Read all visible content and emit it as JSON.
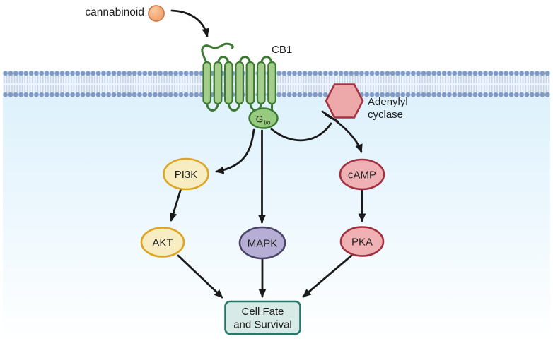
{
  "diagram": {
    "title_context": "CB1 cannabinoid receptor signaling pathway",
    "ligand": {
      "label": "cannabinoid"
    },
    "receptor": {
      "label": "CB1"
    },
    "g_protein": {
      "label_main": "G",
      "label_sub": "i/o"
    },
    "enzyme": {
      "line1": "Adenylyl",
      "line2": "cyclase"
    },
    "nodes": {
      "pi3k": {
        "label": "PI3K"
      },
      "akt": {
        "label": "AKT"
      },
      "mapk": {
        "label": "MAPK"
      },
      "camp": {
        "label": "cAMP"
      },
      "pka": {
        "label": "PKA"
      }
    },
    "outcome": {
      "line1": "Cell Fate",
      "line2": "and Survival"
    },
    "edges": [
      "cannabinoid -> CB1 (activation)",
      "Gi/o -> PI3K (activation)",
      "Gi/o -> MAPK (activation)",
      "Gi/o -| Adenylyl cyclase (inhibition)",
      "Adenylyl cyclase -> cAMP",
      "PI3K -> AKT",
      "cAMP -> PKA",
      "AKT -> Cell Fate and Survival",
      "MAPK -> Cell Fate and Survival",
      "PKA -> Cell Fate and Survival"
    ]
  },
  "colors": {
    "ligand_fill": "#f3a470",
    "ligand_stroke": "#c97c4e",
    "receptor_fill": "#a5cd8c",
    "receptor_stroke": "#3c7a33",
    "g_protein_fill": "#96ca7e",
    "membrane_head": "#7f9cc9",
    "membrane_tail": "#c5d4ec",
    "membrane_bg": "#eef4fb",
    "cytoplasm_top": "#def1fc",
    "cytoplasm_bottom": "#feffff",
    "enzyme_fill": "#eda9a9",
    "enzyme_stroke": "#a83240",
    "kinase_yellow_fill": "#f8ecc3",
    "kinase_yellow_stroke": "#dda522",
    "mapk_fill": "#b6aed5",
    "mapk_stroke": "#4a4466",
    "red_node_fill": "#f0b1b4",
    "red_node_stroke": "#a13040",
    "outcome_fill": "#d8eae5",
    "outcome_stroke": "#27776b",
    "arrow": "#1a1a1a"
  }
}
